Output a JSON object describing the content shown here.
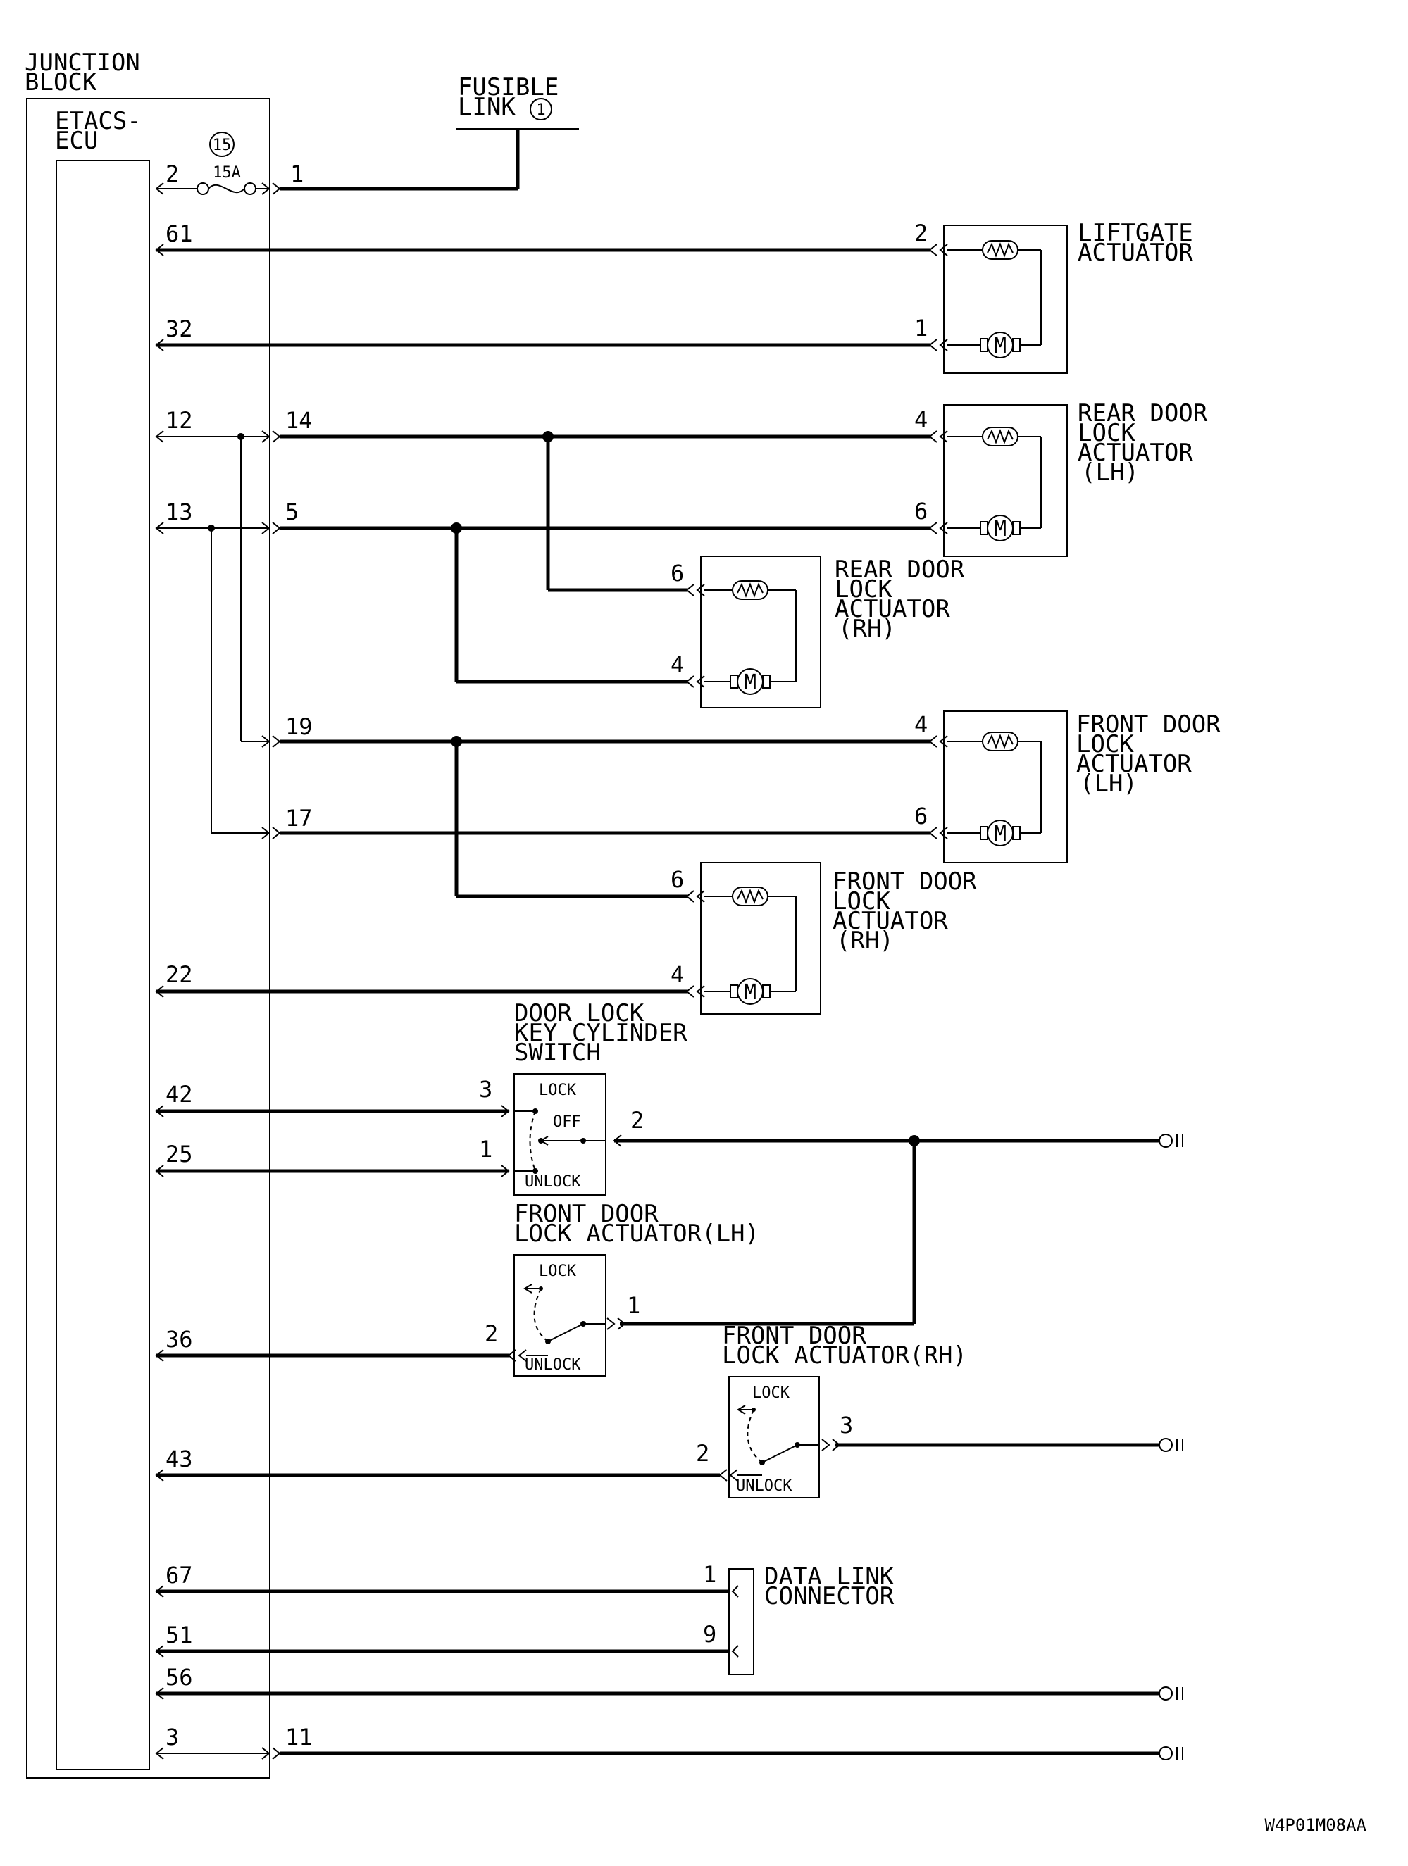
{
  "labels": {
    "junction_block": [
      "JUNCTION",
      "BLOCK"
    ],
    "etacs_ecu": [
      "ETACS-",
      "ECU"
    ],
    "fuse_number": "15",
    "fuse_rating": "15A",
    "fusible_link": [
      "FUSIBLE",
      "LINK"
    ],
    "fusible_link_number": "1",
    "liftgate_actuator": [
      "LIFTGATE",
      "ACTUATOR"
    ],
    "rear_door_lock_lh": [
      "REAR DOOR",
      "LOCK",
      "ACTUATOR",
      "(LH)"
    ],
    "rear_door_lock_rh": [
      "REAR DOOR",
      "LOCK",
      "ACTUATOR",
      "(RH)"
    ],
    "front_door_lock_lh": [
      "FRONT DOOR",
      "LOCK",
      "ACTUATOR",
      "(LH)"
    ],
    "front_door_lock_rh": [
      "FRONT DOOR",
      "LOCK",
      "ACTUATOR",
      "(RH)"
    ],
    "key_cylinder_switch": [
      "DOOR LOCK",
      "KEY CYLINDER",
      "SWITCH"
    ],
    "front_door_lock_actuator_lh_switch": [
      "FRONT DOOR",
      "LOCK ACTUATOR(LH)"
    ],
    "front_door_lock_actuator_rh_switch": [
      "FRONT DOOR",
      "LOCK ACTUATOR(RH)"
    ],
    "data_link_connector": [
      "DATA LINK",
      "CONNECTOR"
    ],
    "lock": "LOCK",
    "off": "OFF",
    "unlock": "UNLOCK",
    "diagram_code": "W4P01M08AA"
  },
  "pins": {
    "ecu": [
      "2",
      "61",
      "32",
      "12",
      "13",
      "22",
      "42",
      "25",
      "36",
      "43",
      "67",
      "51",
      "56",
      "3"
    ],
    "junction_out": [
      "1",
      "14",
      "5",
      "19",
      "17",
      "11"
    ],
    "liftgate": [
      "2",
      "1"
    ],
    "rear_lh": [
      "4",
      "6"
    ],
    "rear_rh": [
      "6",
      "4"
    ],
    "front_lh": [
      "4",
      "6"
    ],
    "front_rh": [
      "6",
      "4"
    ],
    "key_switch": [
      "3",
      "1",
      "2"
    ],
    "flh_switch": [
      "2",
      "1"
    ],
    "frh_switch": [
      "2",
      "3"
    ],
    "dlc": [
      "1",
      "9"
    ]
  },
  "icons": {
    "motor": "M",
    "ground": "ground-icon",
    "coil": "solenoid-coil-icon",
    "fuse": "fuse-icon"
  }
}
